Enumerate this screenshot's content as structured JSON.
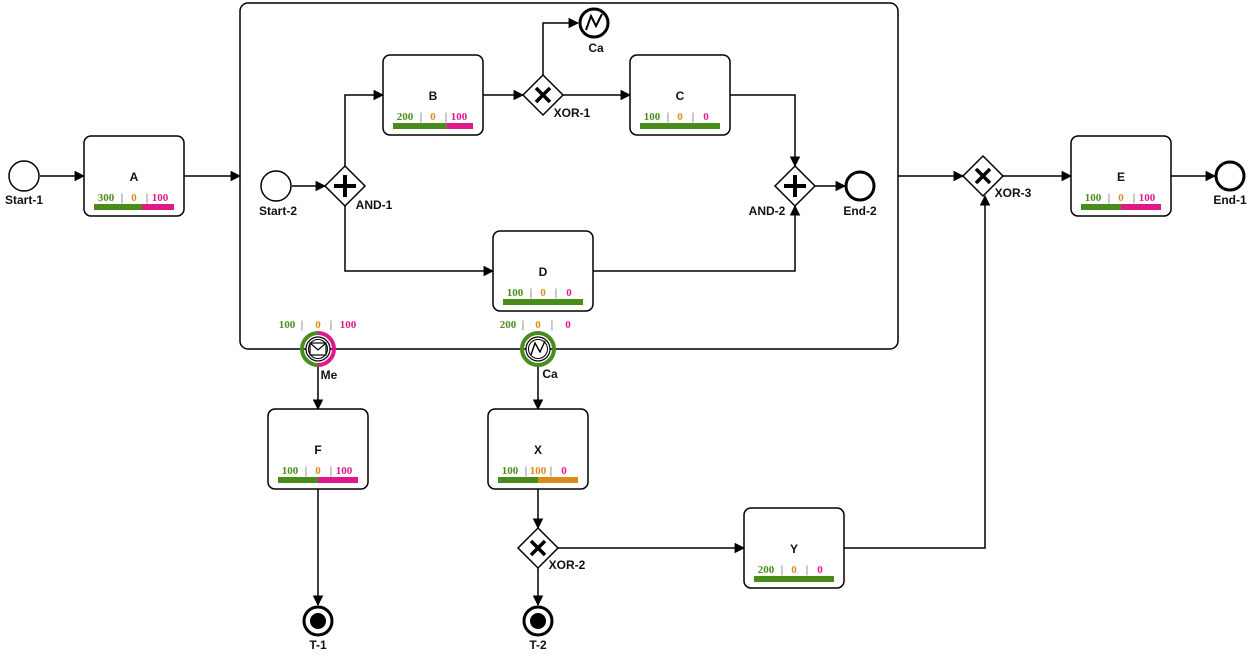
{
  "colors": {
    "completed": "#4a8c1c",
    "active": "#d98c1a",
    "failed": "#e0188a",
    "stroke": "#000000"
  },
  "events": {
    "start_1": "Start-1",
    "start_2": "Start-2",
    "end_2": "End-2",
    "end_1": "End-1",
    "t_1": "T-1",
    "t_2": "T-2",
    "cancel_top": "Ca",
    "boundary_msg": "Me",
    "boundary_cancel": "Ca"
  },
  "gateways": {
    "and_1": "AND-1",
    "and_2": "AND-2",
    "xor_1": "XOR-1",
    "xor_2": "XOR-2",
    "xor_3": "XOR-3"
  },
  "tasks": {
    "A": {
      "name": "A",
      "completed": "300",
      "active": "0",
      "failed": "100",
      "share": [
        0.6,
        0,
        0.4
      ]
    },
    "B": {
      "name": "B",
      "completed": "200",
      "active": "0",
      "failed": "100",
      "share": [
        0.667,
        0,
        0.333
      ]
    },
    "C": {
      "name": "C",
      "completed": "100",
      "active": "0",
      "failed": "0",
      "share": [
        1,
        0,
        0
      ]
    },
    "D": {
      "name": "D",
      "completed": "100",
      "active": "0",
      "failed": "0",
      "share": [
        1,
        0,
        0
      ]
    },
    "E": {
      "name": "E",
      "completed": "100",
      "active": "0",
      "failed": "100",
      "share": [
        0.5,
        0,
        0.5
      ]
    },
    "F": {
      "name": "F",
      "completed": "100",
      "active": "0",
      "failed": "100",
      "share": [
        0.5,
        0,
        0.5
      ]
    },
    "X": {
      "name": "X",
      "completed": "100",
      "active": "100",
      "failed": "0",
      "share": [
        0.5,
        0.5,
        0
      ]
    },
    "Y": {
      "name": "Y",
      "completed": "200",
      "active": "0",
      "failed": "0",
      "share": [
        1,
        0,
        0
      ]
    }
  },
  "boundary_stats": {
    "me": {
      "completed": "100",
      "active": "0",
      "failed": "100"
    },
    "ca": {
      "completed": "200",
      "active": "0",
      "failed": "0"
    }
  }
}
